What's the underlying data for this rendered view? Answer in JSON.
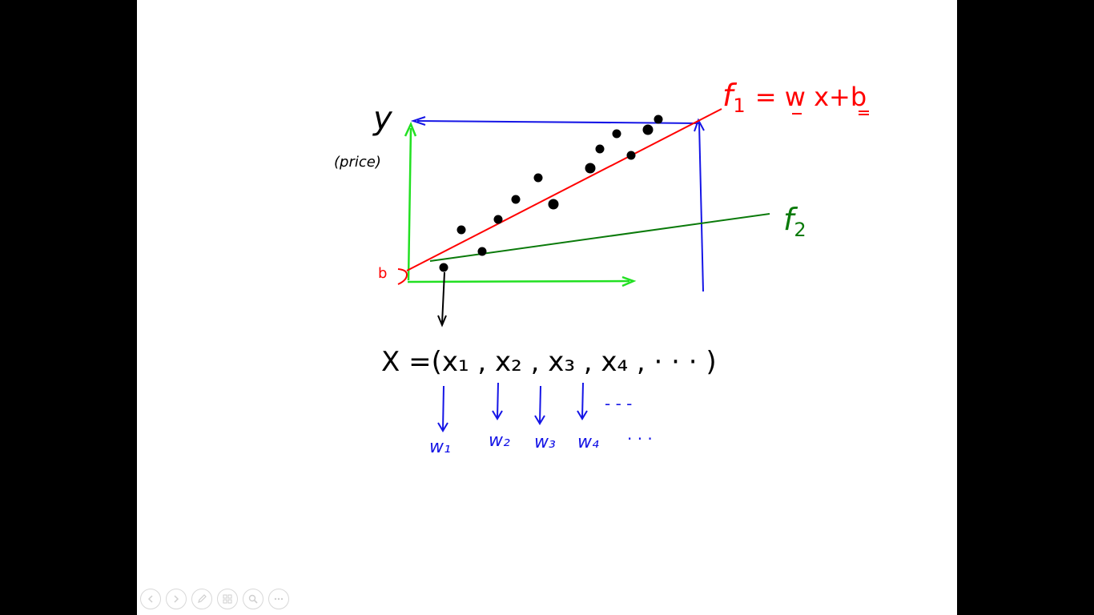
{
  "labels": {
    "y_axis": "y",
    "y_axis_note": "(price)",
    "intercept": "b",
    "f1_name": "f",
    "f1_sub": "1",
    "f1_eq": "= w x+b",
    "f2_name": "f",
    "f2_sub": "2",
    "x_vector": "X =(x₁ , x₂ , x₃ , x₄ , · · · )",
    "weights": [
      "w₁",
      "w₂",
      "w₃",
      "w₄",
      "· · ·"
    ],
    "weights_dots": "- - -"
  },
  "colors": {
    "ink_black": "#000000",
    "ink_red": "#ff0000",
    "ink_green_light": "#22e022",
    "ink_green_dark": "#0a7a0a",
    "ink_blue": "#1515e6",
    "nav_gray": "#cfcfcf"
  },
  "nav": [
    {
      "name": "previous-slide-button",
      "icon": "arrow-left-icon"
    },
    {
      "name": "next-slide-button",
      "icon": "arrow-right-icon"
    },
    {
      "name": "pen-tool-button",
      "icon": "pen-icon"
    },
    {
      "name": "see-all-slides-button",
      "icon": "grid-icon"
    },
    {
      "name": "zoom-button",
      "icon": "magnifier-icon"
    },
    {
      "name": "more-options-button",
      "icon": "ellipsis-icon"
    }
  ]
}
